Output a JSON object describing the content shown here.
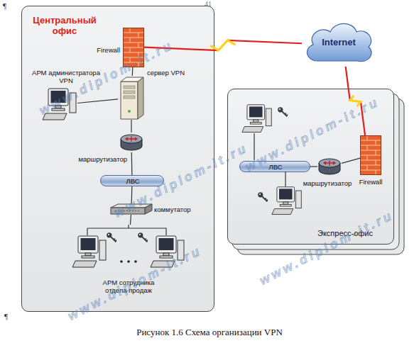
{
  "diagram": {
    "caption": "Рисунок 1.6 Схема организации VPN",
    "nodes": [
      {
        "text": [
          "Центральный офис"
        ]
      },
      {
        "text": [
          "Firewall"
        ],
        "in": 0
      },
      {
        "text": [
          "сервер VPN"
        ],
        "in": 0
      },
      {
        "text": [
          "АРМ администратора VPN"
        ],
        "in": 0
      },
      {
        "text": [
          "маршрутизатор"
        ],
        "in": 0
      },
      {
        "text": [
          "ЛВС"
        ],
        "in": 0
      },
      {
        "text": [
          "коммутатор"
        ],
        "in": 0
      },
      {
        "text": [
          "АРМ сотрудника отдела продаж"
        ],
        "in": 0
      },
      {
        "text": [
          "Internet"
        ]
      },
      {
        "text": [
          "Экспресс-офис"
        ]
      },
      {
        "text": [
          "ЛВС"
        ],
        "in": 9
      },
      {
        "text": [
          "маршрутизатор"
        ],
        "in": 9
      },
      {
        "text": [
          "Firewall"
        ],
        "in": 9
      }
    ],
    "edges": [
      {
        "from": 1,
        "to": 8,
        "arrow": "none"
      },
      {
        "from": 2,
        "to": 1,
        "arrow": "none"
      },
      {
        "from": 3,
        "to": 2,
        "arrow": "none"
      },
      {
        "from": 2,
        "to": 4,
        "arrow": "none"
      },
      {
        "from": 4,
        "to": 5,
        "arrow": "none"
      },
      {
        "from": 5,
        "to": 6,
        "arrow": "none"
      },
      {
        "from": 6,
        "to": 7,
        "arrow": "none"
      },
      {
        "from": 8,
        "to": 12,
        "arrow": "none"
      },
      {
        "from": 12,
        "to": 11,
        "arrow": "none"
      },
      {
        "from": 11,
        "to": 10,
        "arrow": "none"
      }
    ],
    "labels": [
      "41",
      "¶",
      "¶",
      "www.diplom-it.ru",
      "www.diplom-it.ru",
      "www.diplom-it.ru",
      "www.diplom-it.ru",
      "www.diplom-it.ru"
    ]
  }
}
